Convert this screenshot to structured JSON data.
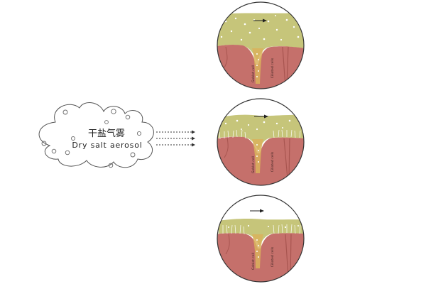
{
  "aerosol": {
    "label_cn": "干盐气雾",
    "label_en": "Dry salt aerosol"
  },
  "circles": [
    {
      "label_goblet": "Goblet cell",
      "label_ciliated": "Ciliated cells"
    },
    {
      "label_goblet": "Goblet cell",
      "label_ciliated": "Ciliated cells"
    },
    {
      "label_goblet": "Goblet cell",
      "label_ciliated": "Ciliated cells"
    }
  ],
  "colors": {
    "mucus": "#c6c57a",
    "tissue": "#c5706b",
    "tissue_dark": "#a85550",
    "goblet": "#d9b25c",
    "outline": "#333333",
    "cloud_outline": "#555555"
  }
}
